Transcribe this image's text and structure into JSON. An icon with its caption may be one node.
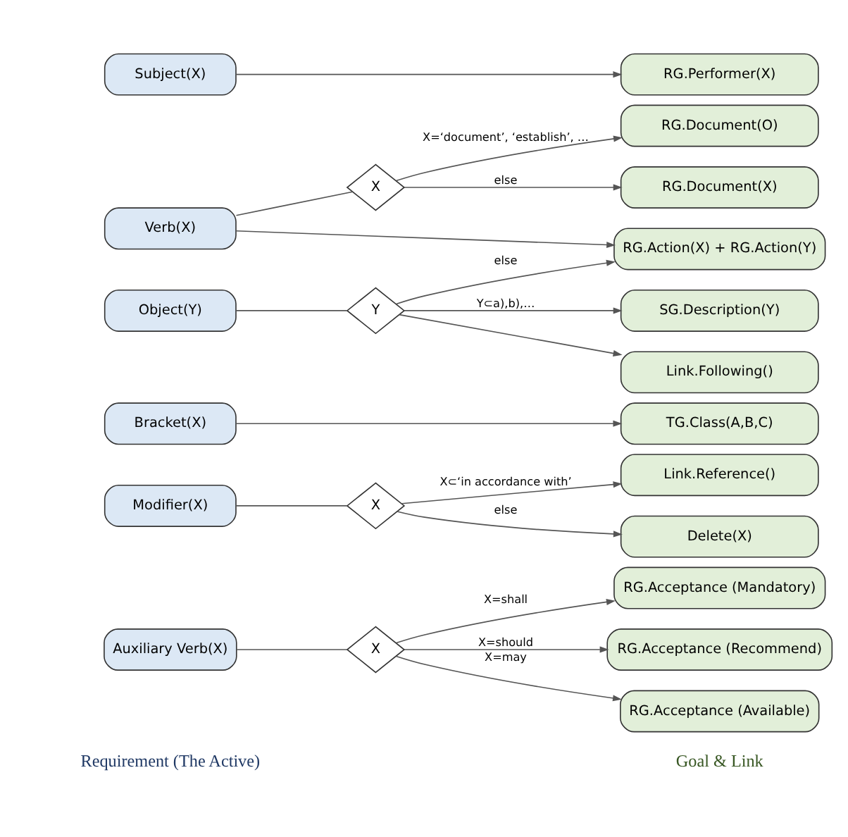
{
  "diagram": {
    "nodes": [
      {
        "text": [
          "Subject(X)"
        ]
      },
      {
        "text": [
          "RG.Performer(X)"
        ]
      },
      {
        "text": [
          "Auxiliary Verb(X)"
        ]
      },
      {
        "text": [
          "X"
        ]
      },
      {
        "text": [
          "RG.Acceptance (Mandatory)"
        ]
      },
      {
        "text": [
          "RG.Acceptance (Recommend)"
        ]
      },
      {
        "text": [
          "RG.Acceptance (Available)"
        ]
      },
      {
        "text": [
          "Verb(X)"
        ]
      },
      {
        "text": [
          "X"
        ]
      },
      {
        "text": [
          "RG.Document(O)"
        ]
      },
      {
        "text": [
          "RG.Document(X)"
        ]
      },
      {
        "text": [
          "RG.Action(X) + RG.Action(Y)"
        ]
      },
      {
        "text": [
          "Object(Y)"
        ]
      },
      {
        "text": [
          "Y"
        ]
      },
      {
        "text": [
          "SG.Description(Y)"
        ]
      },
      {
        "text": [
          "Link.Following()"
        ]
      },
      {
        "text": [
          "Modifier(X)"
        ]
      },
      {
        "text": [
          "X"
        ]
      },
      {
        "text": [
          "Link.Reference()"
        ]
      },
      {
        "text": [
          "Delete(X)"
        ]
      },
      {
        "text": [
          "Bracket(X)"
        ]
      },
      {
        "text": [
          "TG.Class(A,B,C)"
        ]
      }
    ],
    "edges": [
      {
        "from": 0,
        "to": 1,
        "arrow": "to"
      },
      {
        "from": 2,
        "to": 3,
        "arrow": "none"
      },
      {
        "from": 3,
        "to": 4,
        "arrow": "to",
        "label": "X=shall"
      },
      {
        "from": 3,
        "to": 5,
        "arrow": "to",
        "label": "X=should"
      },
      {
        "from": 3,
        "to": 6,
        "arrow": "to",
        "label": "X=may"
      },
      {
        "from": 7,
        "to": 8,
        "arrow": "none"
      },
      {
        "from": 8,
        "to": 9,
        "arrow": "to",
        "label": "X=‘document’, ‘establish’, …"
      },
      {
        "from": 8,
        "to": 10,
        "arrow": "to",
        "label": "else"
      },
      {
        "from": 7,
        "to": 11,
        "arrow": "to"
      },
      {
        "from": 12,
        "to": 13,
        "arrow": "none"
      },
      {
        "from": 13,
        "to": 11,
        "arrow": "to",
        "label": "else"
      },
      {
        "from": 13,
        "to": 14,
        "arrow": "to",
        "label": "Y⊂a),b),…"
      },
      {
        "from": 13,
        "to": 15,
        "arrow": "to"
      },
      {
        "from": 16,
        "to": 17,
        "arrow": "none"
      },
      {
        "from": 17,
        "to": 18,
        "arrow": "to",
        "label": "X⊂‘in accordance with’"
      },
      {
        "from": 17,
        "to": 19,
        "arrow": "to",
        "label": "else"
      },
      {
        "from": 20,
        "to": 21,
        "arrow": "to"
      }
    ],
    "labels": [
      "Requirement (The Active)",
      "Goal & Link"
    ]
  }
}
